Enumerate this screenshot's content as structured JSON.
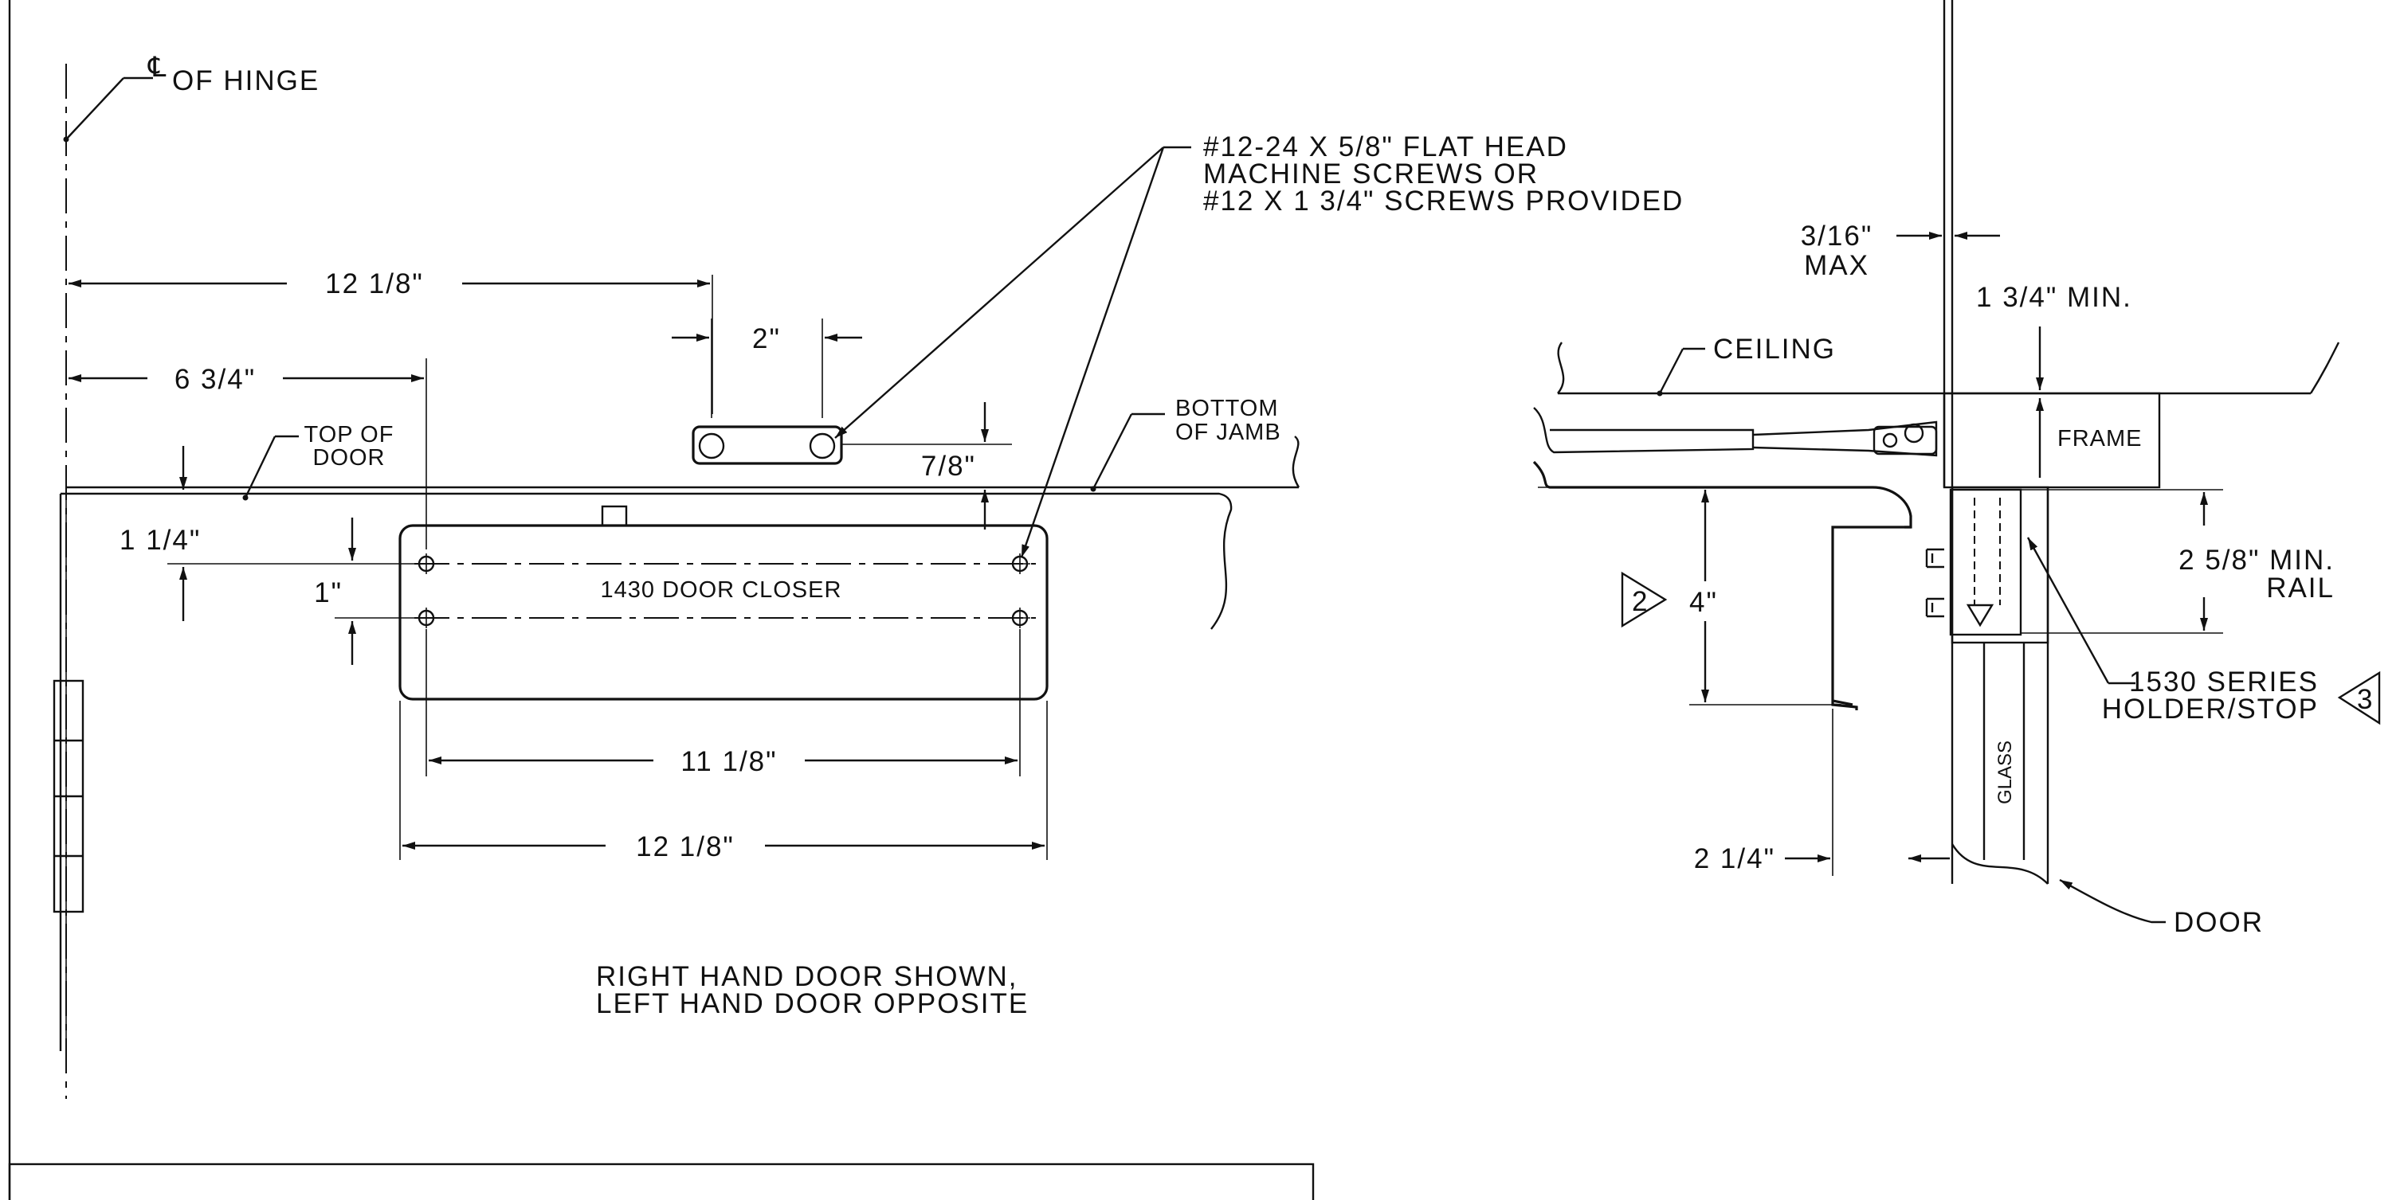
{
  "labels": {
    "hinge_cl": "OF HINGE",
    "screws_1": "#12-24 X 5/8\" FLAT HEAD",
    "screws_2": "MACHINE SCREWS OR",
    "screws_3": "#12 X 1 3/4\" SCREWS PROVIDED",
    "top_door_1": "TOP OF",
    "top_door_2": "DOOR",
    "bottom_jamb_1": "BOTTOM",
    "bottom_jamb_2": "OF JAMB",
    "closer": "1430 DOOR CLOSER",
    "note_1": "RIGHT HAND DOOR SHOWN,",
    "note_2": "LEFT HAND DOOR OPPOSITE",
    "ceiling": "CEILING",
    "frame": "FRAME",
    "max_gap_1": "3/16\"",
    "max_gap_2": "MAX",
    "min_frame": "1 3/4\" MIN.",
    "min_rail_1": "2 5/8\" MIN.",
    "min_rail_2": "RAIL",
    "holder_1": "1530 SERIES",
    "holder_2": "HOLDER/STOP",
    "glass": "GLASS",
    "door": "DOOR"
  },
  "dimensions": {
    "hinge_to_bracket": "12 1/8\"",
    "hinge_to_closer": "6 3/4\"",
    "bracket_width": "2\"",
    "bracket_drop": "7/8\"",
    "top_to_holes": "1 1/4\"",
    "hole_spacing": "1\"",
    "hole_centers": "11 1/8\"",
    "closer_length": "12 1/8\"",
    "closer_height": "4\"",
    "closer_offset": "2 1/4\""
  },
  "callouts": {
    "note_2_num": "2",
    "note_3_num": "3"
  }
}
